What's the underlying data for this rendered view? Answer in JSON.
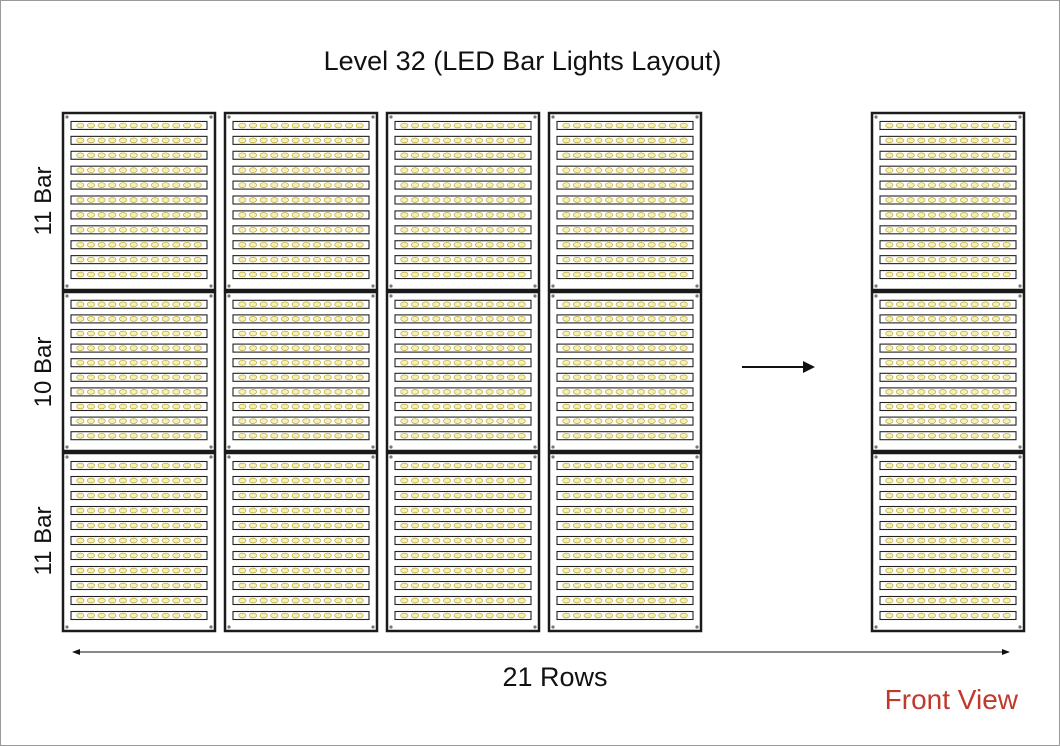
{
  "title": "Level 32 (LED Bar Lights Layout)",
  "row_labels": [
    "11 Bar",
    "10 Bar",
    "11 Bar"
  ],
  "bottom_label": "21 Rows",
  "view_label": "Front View",
  "colors": {
    "frame": "#1a1a1a",
    "led_fill": "#f7f0b5",
    "led_stroke": "#b9aa3c",
    "accent": "#c0392b"
  },
  "panel_grid": {
    "left_columns": 4,
    "right_columns": 1,
    "panel_rows": 3,
    "bars_per_panel": [
      11,
      10,
      11
    ],
    "leds_per_bar": 12
  }
}
